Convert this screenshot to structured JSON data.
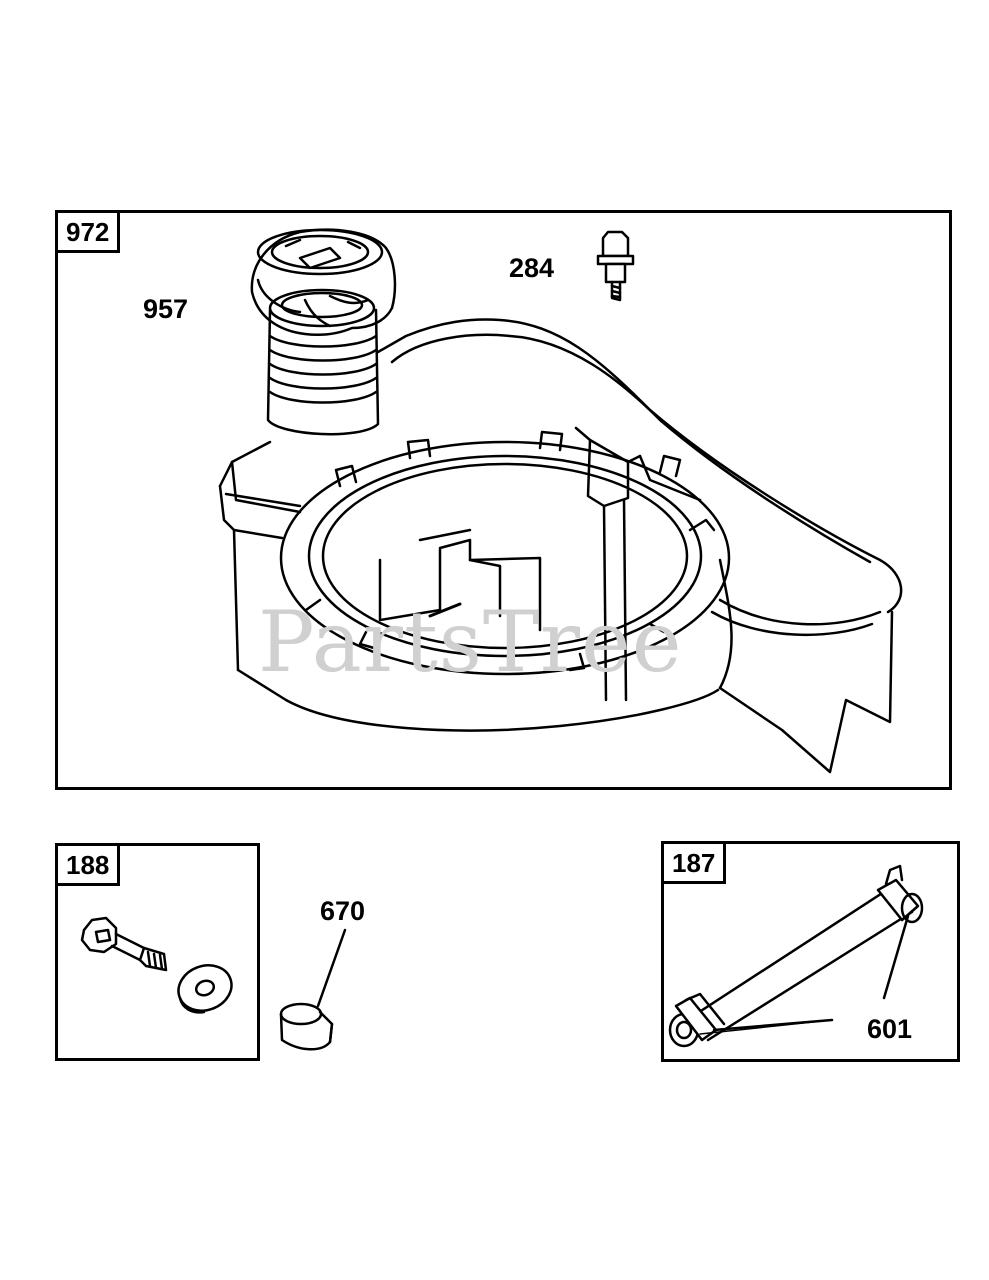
{
  "panels": {
    "main": {
      "tag": "972"
    },
    "bolt_kit": {
      "tag": "188"
    },
    "hose_kit": {
      "tag": "187"
    }
  },
  "callouts": {
    "cap": "957",
    "fitting": "284",
    "spacer": "670",
    "clamp": "601"
  },
  "watermark": "PartsTree",
  "colors": {
    "line": "#000000",
    "watermark": "#d0d0d0",
    "background": "#ffffff"
  }
}
